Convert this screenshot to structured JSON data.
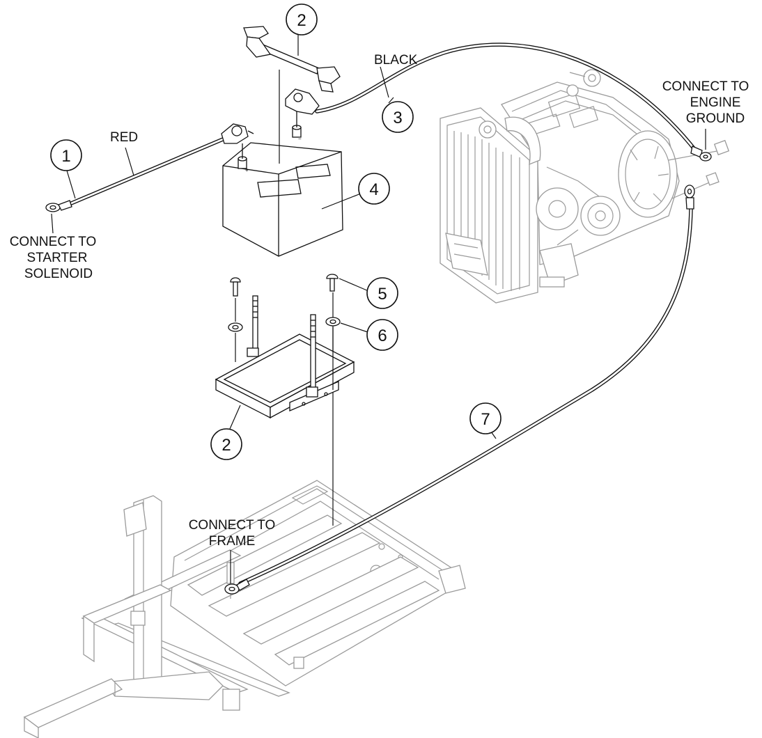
{
  "labels": {
    "red": "RED",
    "black": "BLACK",
    "starter": [
      "CONNECT TO",
      "STARTER",
      "SOLENOID"
    ],
    "engine": [
      "CONNECT TO",
      "ENGINE",
      "GROUND"
    ],
    "frame": [
      "CONNECT TO",
      "FRAME"
    ]
  },
  "callouts": {
    "c1": "1",
    "c2_top": "2",
    "c3": "3",
    "c4": "4",
    "c5": "5",
    "c6": "6",
    "c2_tray": "2",
    "c7": "7"
  }
}
